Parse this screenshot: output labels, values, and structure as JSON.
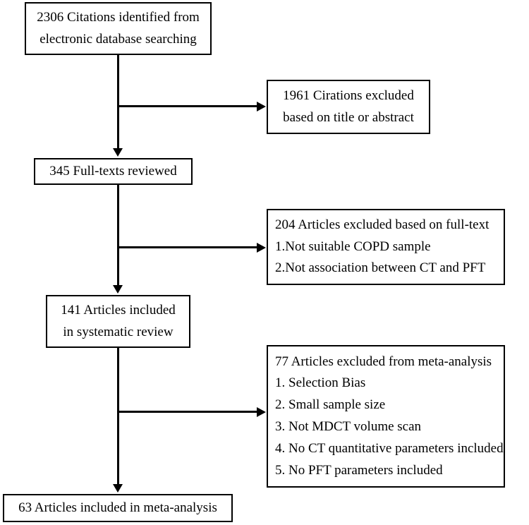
{
  "diagram": {
    "title": "PRISMA study selection flow diagram",
    "type": "flowchart",
    "background_color": "#ffffff",
    "line_color": "#000000",
    "text_color": "#000000"
  },
  "boxes": {
    "identified": {
      "id": "identified-records",
      "lines": [
        "2306 Citations identified from",
        "electronic database searching"
      ],
      "count": "2306"
    },
    "excluded_title_abstract": {
      "id": "excluded-title-abstract",
      "lines": [
        "1961  Cirations  excluded",
        "based on title or abstract"
      ],
      "count": "1961"
    },
    "fulltext_reviewed": {
      "id": "fulltexts-reviewed",
      "lines": [
        "345 Full-texts reviewed"
      ],
      "count": "345"
    },
    "excluded_fulltext": {
      "id": "excluded-full-text",
      "lines": [
        "204 Articles excluded based on full-text",
        "1.Not suitable COPD sample",
        "2.Not association between CT and PFT"
      ],
      "count": "204"
    },
    "included_systematic": {
      "id": "included-systematic-review",
      "lines": [
        "141  Articles  included",
        "in systematic review"
      ],
      "count": "141"
    },
    "excluded_meta": {
      "id": "excluded-meta-analysis",
      "lines": [
        "77 Articles excluded from meta-analysis",
        "1. Selection Bias",
        "2. Small sample size",
        "3. Not MDCT volume scan",
        "4. No CT quantitative parameters included",
        "5. No PFT parameters included"
      ],
      "count": "77"
    },
    "included_meta": {
      "id": "included-meta-analysis",
      "lines": [
        "63 Articles included in meta-analysis"
      ],
      "count": "63"
    }
  },
  "connectors": [
    {
      "name": "identified-to-fulltext",
      "from": "identified-records",
      "to": "fulltexts-reviewed",
      "direction": "down"
    },
    {
      "name": "identified-to-excluded-title-abstract",
      "from": "identified-records",
      "to": "excluded-title-abstract",
      "direction": "right"
    },
    {
      "name": "fulltext-to-included-systematic",
      "from": "fulltexts-reviewed",
      "to": "included-systematic-review",
      "direction": "down"
    },
    {
      "name": "fulltext-to-excluded-full-text",
      "from": "fulltexts-reviewed",
      "to": "excluded-full-text",
      "direction": "right"
    },
    {
      "name": "systematic-to-included-meta",
      "from": "included-systematic-review",
      "to": "included-meta-analysis",
      "direction": "down"
    },
    {
      "name": "systematic-to-excluded-meta",
      "from": "included-systematic-review",
      "to": "excluded-meta-analysis",
      "direction": "right"
    }
  ]
}
